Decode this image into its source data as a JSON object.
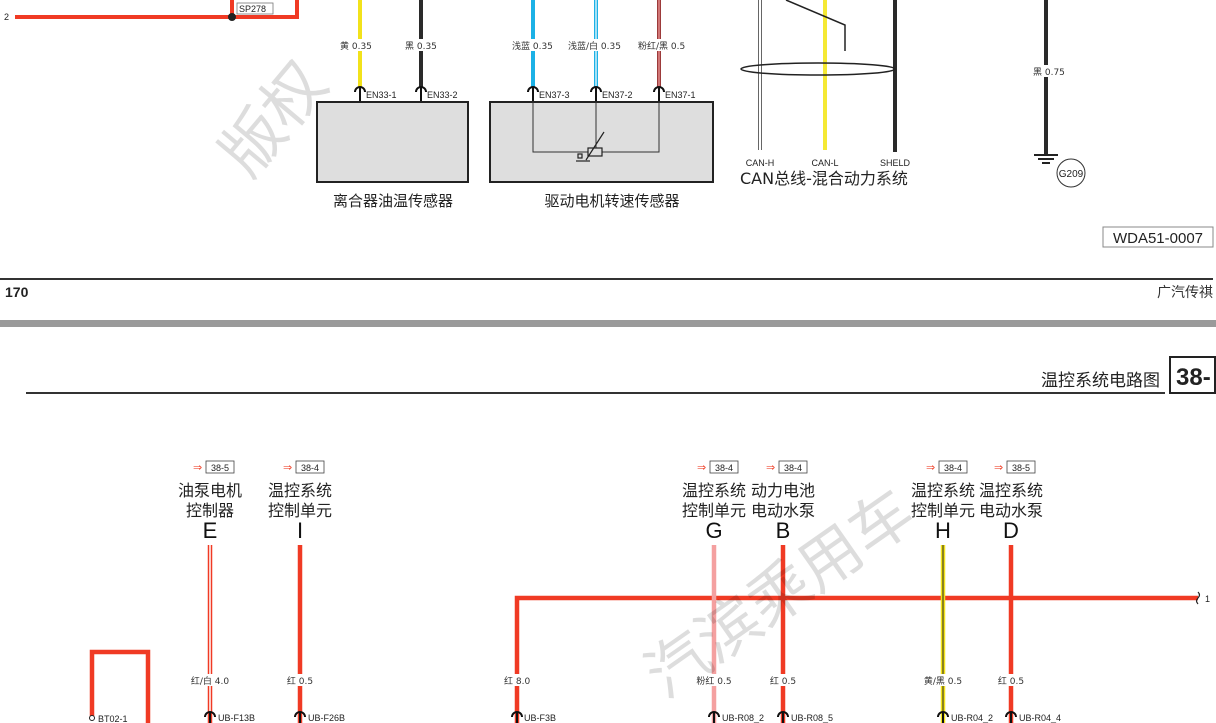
{
  "top_page": {
    "splice": "SP278",
    "wire_end_left": "2",
    "components": [
      {
        "name": "离合器油温传感器",
        "wires": [
          {
            "label": "黄 0.35",
            "color": "#f2e21b",
            "pin": "EN33-1"
          },
          {
            "label": "黑 0.35",
            "color": "#2a2a2a",
            "pin": "EN33-2"
          }
        ]
      },
      {
        "name": "驱动电机转速传感器",
        "wires": [
          {
            "label": "浅蓝 0.35",
            "color": "#1cb1e6",
            "pin": "EN37-3"
          },
          {
            "label": "浅蓝/白 0.35",
            "color": "#1cb1e6",
            "pin": "EN37-2"
          },
          {
            "label": "粉红/黑 0.5",
            "color": "#9c3a3a",
            "pin": "EN37-1"
          }
        ]
      }
    ],
    "can": {
      "title": "CAN总线-混合动力系统",
      "labels": [
        "CAN-H",
        "CAN-L",
        "SHELD"
      ]
    },
    "ground": {
      "wire_label": "黑 0.75",
      "id": "G209"
    },
    "diagram_code": "WDA51-0007",
    "page_number": "170",
    "brand": "广汽传祺"
  },
  "bottom_page": {
    "title": "温控系统电路图",
    "section": "38-",
    "bus_end": "1",
    "columns": [
      {
        "ref": "38-5",
        "line1": "油泵电机",
        "line2": "控制器",
        "letter": "E",
        "wire": "红/白 4.0",
        "pin": "UB-F13B",
        "color": "#f03a24",
        "striped": true
      },
      {
        "ref": "38-4",
        "line1": "温控系统",
        "line2": "控制单元",
        "letter": "I",
        "wire": "红 0.5",
        "pin": "UB-F26B",
        "color": "#f03a24",
        "striped": false
      },
      {
        "ref": "38-4",
        "line1": "温控系统",
        "line2": "控制单元",
        "letter": "G",
        "wire": "粉红 0.5",
        "pin": "UB-R08_2",
        "color": "#f4a0a0",
        "striped": false
      },
      {
        "ref": "38-4",
        "line1": "动力电池",
        "line2": "电动水泵",
        "letter": "B",
        "wire": "红 0.5",
        "pin": "UB-R08_5",
        "color": "#f03a24",
        "striped": false
      },
      {
        "ref": "38-4",
        "line1": "温控系统",
        "line2": "控制单元",
        "letter": "H",
        "wire": "黄/黑 0.5",
        "pin": "UB-R04_2",
        "color": "#f2e21b",
        "striped": false
      },
      {
        "ref": "38-5",
        "line1": "温控系统",
        "line2": "电动水泵",
        "letter": "D",
        "wire": "红 0.5",
        "pin": "UB-R04_4",
        "color": "#f03a24",
        "striped": false
      }
    ],
    "main_feed": {
      "wire": "红 8.0",
      "pin": "UB-F3B"
    },
    "left_pin": "BT02-1"
  },
  "watermark": {
    "top": "版权",
    "bottom": "汽滨乘用车"
  }
}
